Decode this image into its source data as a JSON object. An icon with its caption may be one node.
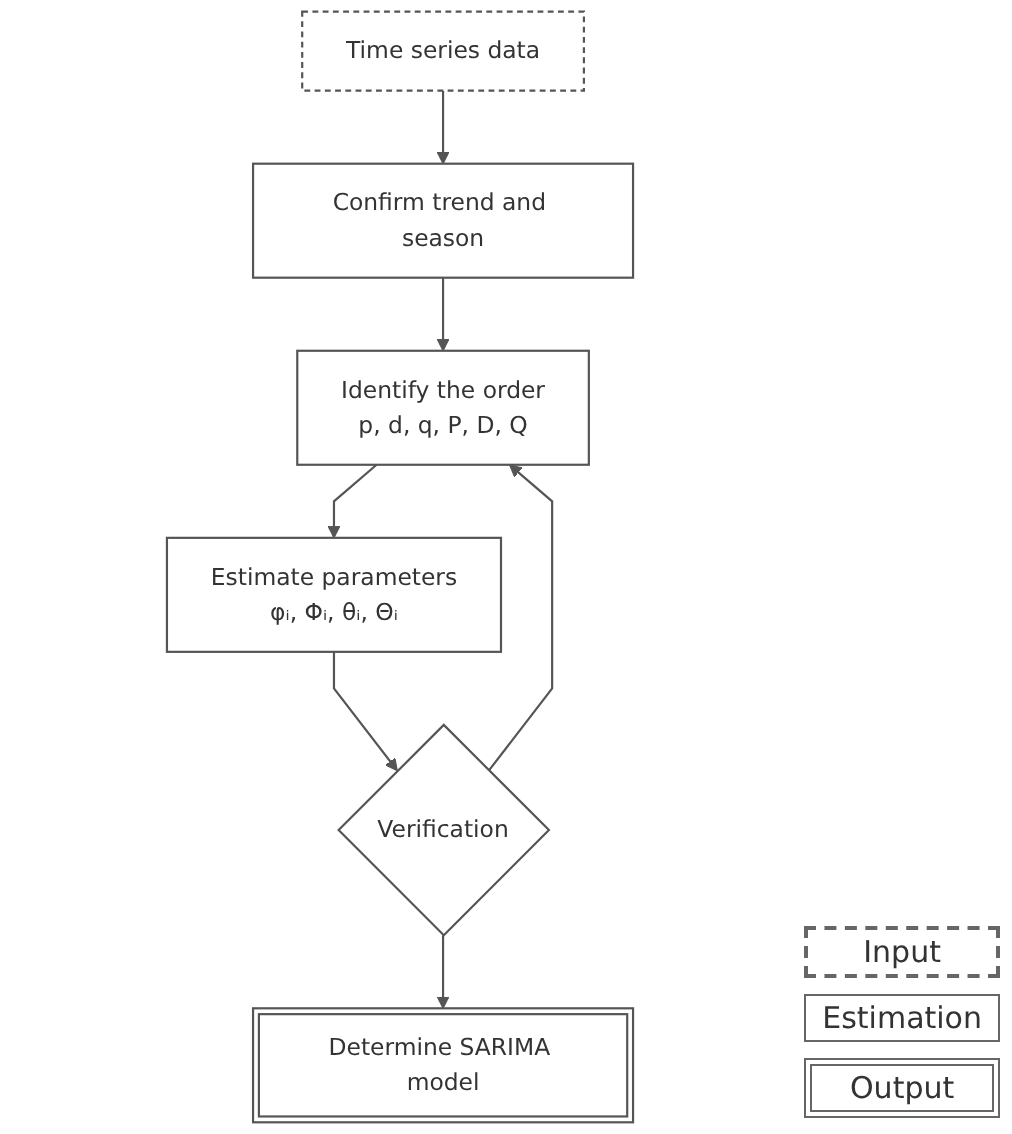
{
  "diagram": {
    "nodes": [
      {
        "text": [
          "Time series data"
        ]
      },
      {
        "text": [
          "Confirm trend and season"
        ]
      },
      {
        "text": [
          "Identify the order",
          "p, d, q, P, D, Q"
        ]
      },
      {
        "text": [
          "Estimate parameters",
          "φᵢ, Φᵢ, θᵢ, Θᵢ"
        ]
      },
      {
        "text": [
          "Verification"
        ]
      },
      {
        "text": [
          "Determine SARIMA model"
        ]
      }
    ],
    "edges": [
      {
        "from": 0,
        "to": 1,
        "arrow": "to"
      },
      {
        "from": 1,
        "to": 2,
        "arrow": "to"
      },
      {
        "from": 2,
        "to": 3,
        "arrow": "to"
      },
      {
        "from": 3,
        "to": 4,
        "arrow": "to"
      },
      {
        "from": 4,
        "to": 5,
        "arrow": "to"
      },
      {
        "from": 4,
        "to": 2,
        "arrow": "to"
      }
    ],
    "legend": [
      {
        "text": "Input"
      },
      {
        "text": "Estimation"
      },
      {
        "text": "Output"
      }
    ]
  }
}
